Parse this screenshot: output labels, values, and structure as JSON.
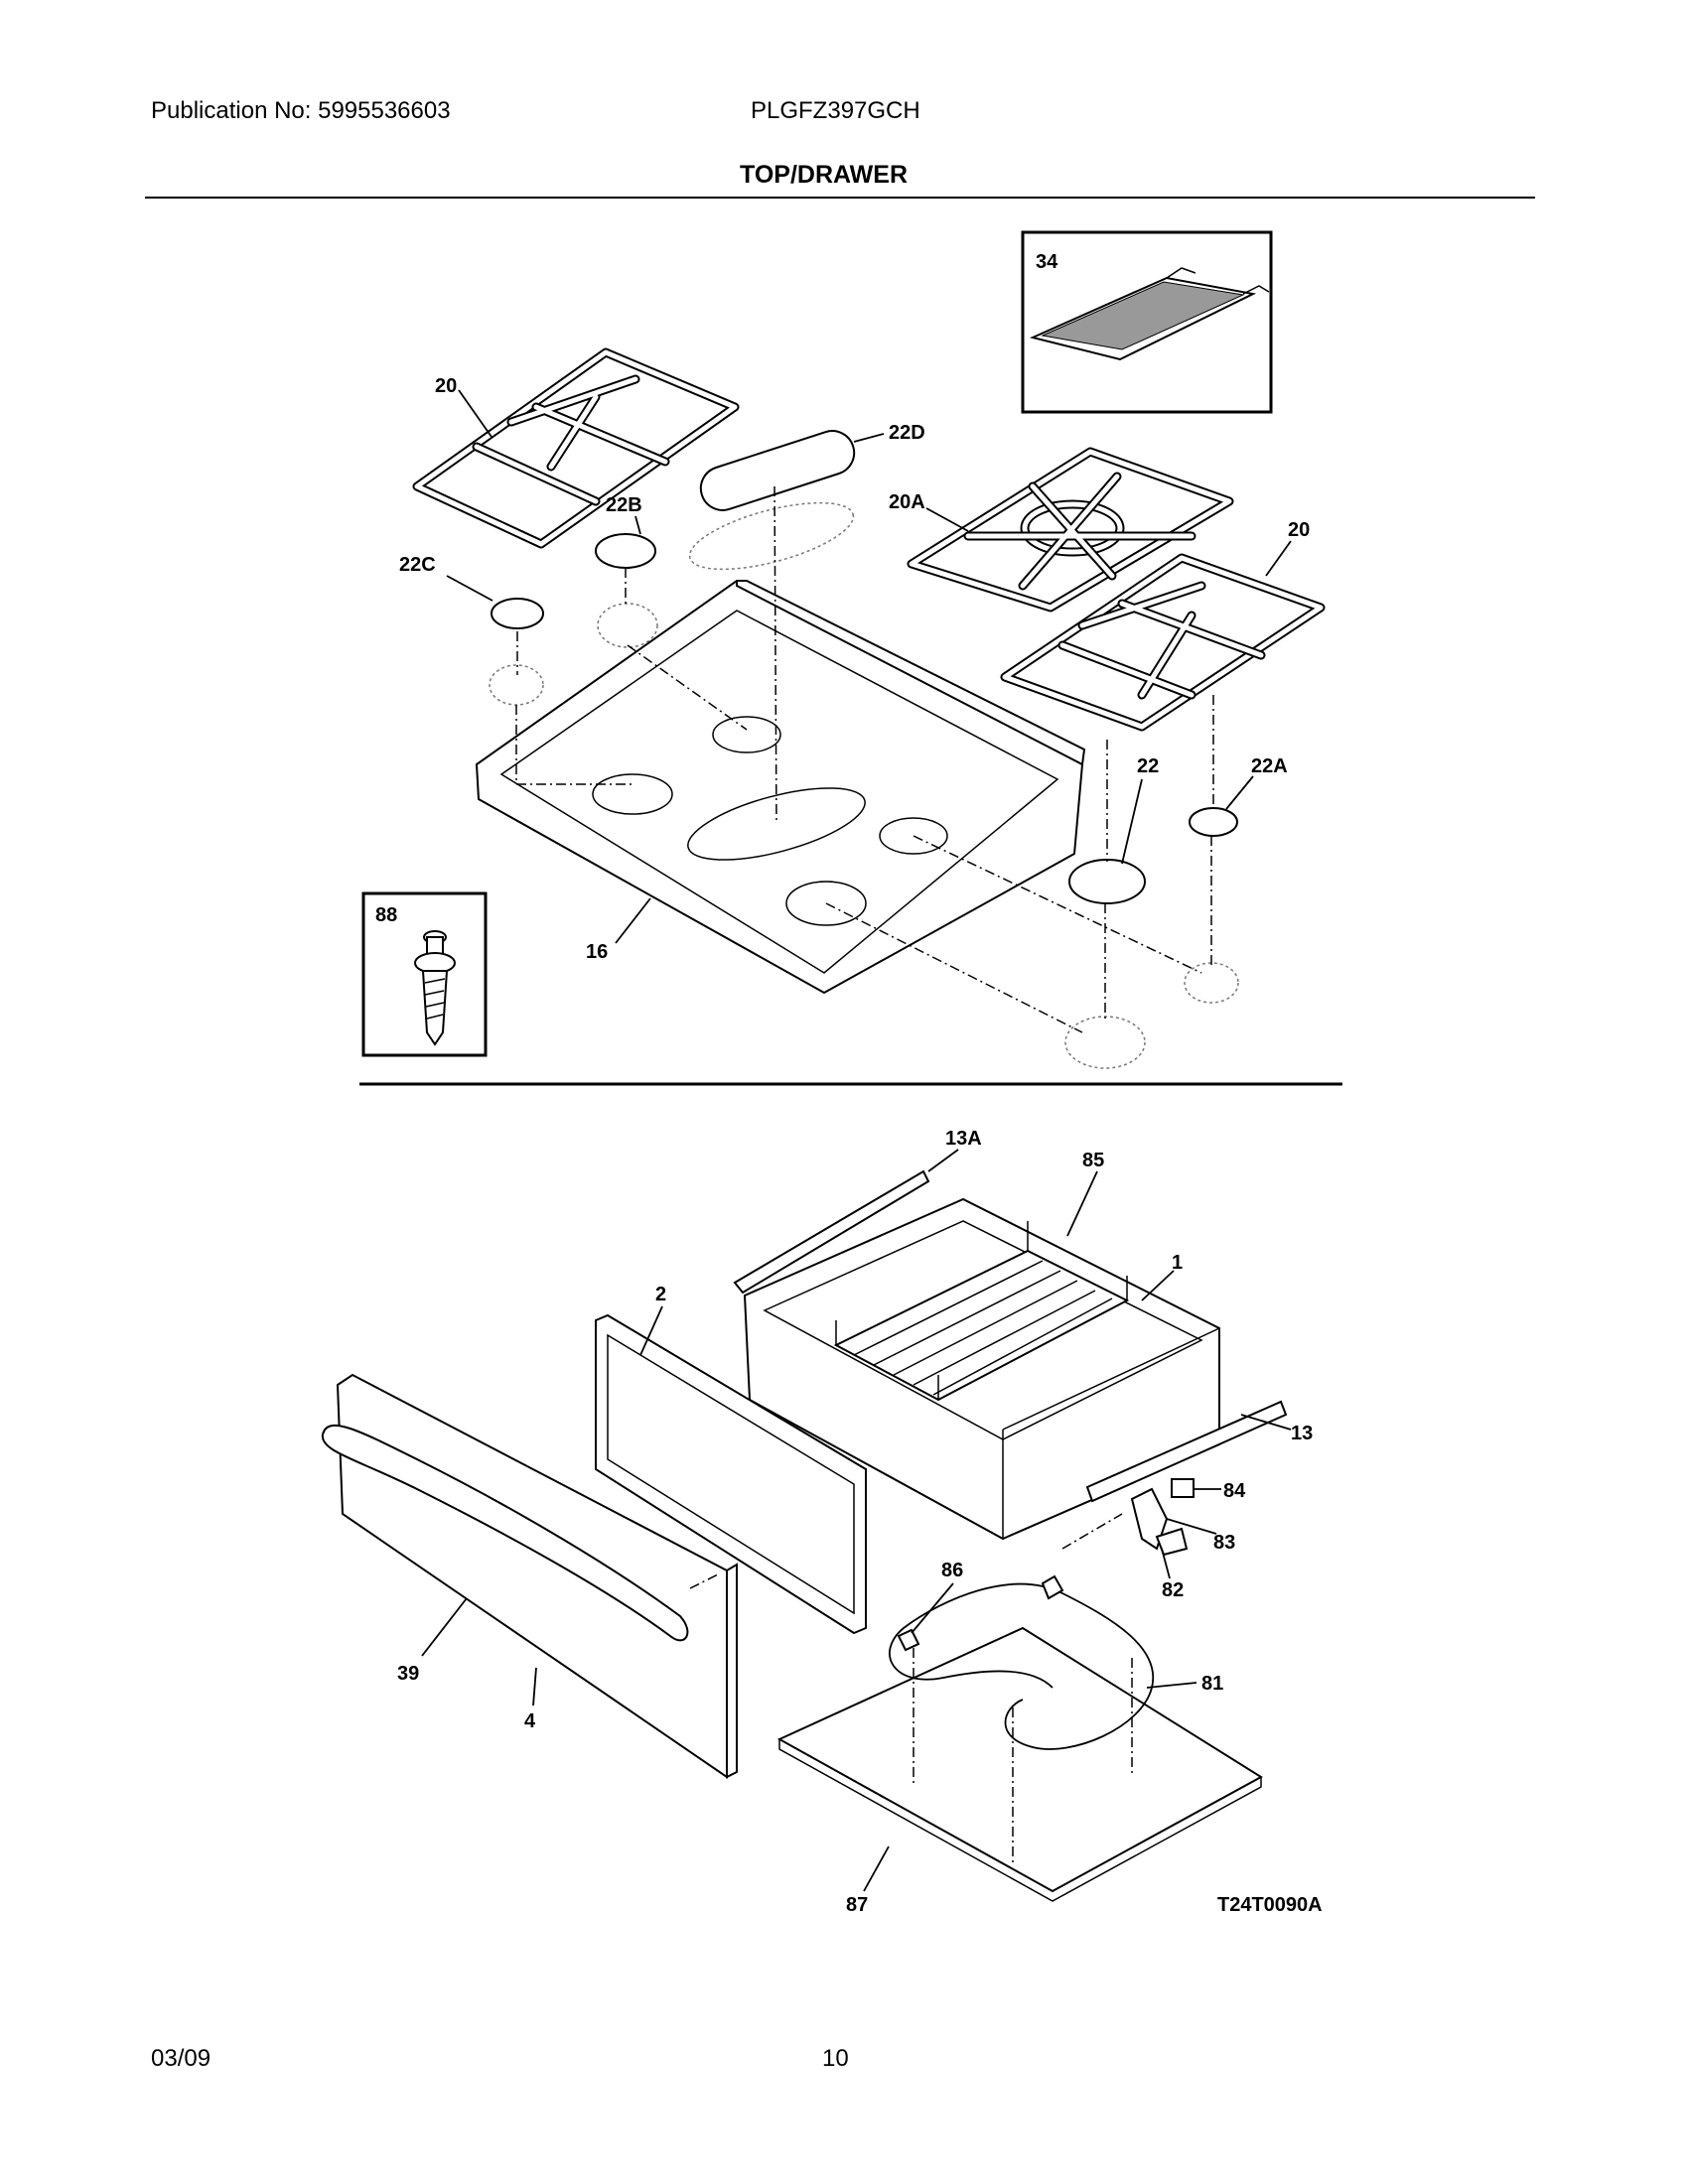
{
  "header": {
    "publication": "Publication No: 5995536603",
    "model": "PLGFZ397GCH",
    "section_title": "TOP/DRAWER"
  },
  "footer": {
    "date": "03/09",
    "page_number": "10"
  },
  "diagram": {
    "drawing_id": "T24T0090A",
    "callouts": {
      "c1": "1",
      "c2": "2",
      "c4": "4",
      "c13": "13",
      "c13a": "13A",
      "c16": "16",
      "c20_left": "20",
      "c20_right": "20",
      "c20a": "20A",
      "c22": "22",
      "c22a": "22A",
      "c22b": "22B",
      "c22c": "22C",
      "c22d": "22D",
      "c34": "34",
      "c39": "39",
      "c81": "81",
      "c82": "82",
      "c83": "83",
      "c84": "84",
      "c85": "85",
      "c86": "86",
      "c87": "87",
      "c88": "88"
    }
  }
}
